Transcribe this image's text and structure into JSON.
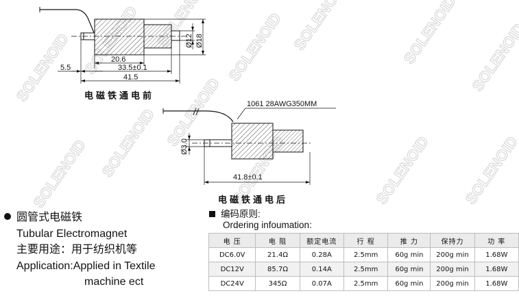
{
  "drawing_before": {
    "dimensions": [
      "20.6",
      "33.5±0.1",
      "41.5",
      "5.5",
      "Ø12",
      "Ø18"
    ],
    "caption": "电磁铁通电前"
  },
  "drawing_after": {
    "wire_label": "1061 28AWG350MM",
    "dimensions": [
      "41.8±0.1",
      "Ø3.0"
    ],
    "caption": "电磁铁通电后"
  },
  "watermark": "SOLENOID",
  "product": {
    "title_cn": "圆管式电磁铁",
    "title_en": "Tubular Electromagnet",
    "usage_cn": "主要用途：用于纺织机等",
    "usage_en_line1": "Application:Applied in Textile",
    "usage_en_line2": "machine ect"
  },
  "ordering": {
    "title_cn": "编码原则:",
    "title_en": "Ordering infoumation:"
  },
  "table": {
    "headers": [
      "电  压",
      "电  阻",
      "额定电流",
      "行  程",
      "推  力",
      "保持力",
      "功  率"
    ],
    "rows": [
      [
        "DC6.0V",
        "21.4Ω",
        "0.28A",
        "2.5mm",
        "60g min",
        "200g min",
        "1.68W"
      ],
      [
        "DC12V",
        "85.7Ω",
        "0.14A",
        "2.5mm",
        "60g min",
        "200g min",
        "1.68W"
      ],
      [
        "DC24V",
        "345Ω",
        "0.07A",
        "2.5mm",
        "60g min",
        "200g min",
        "1.68W"
      ]
    ]
  }
}
